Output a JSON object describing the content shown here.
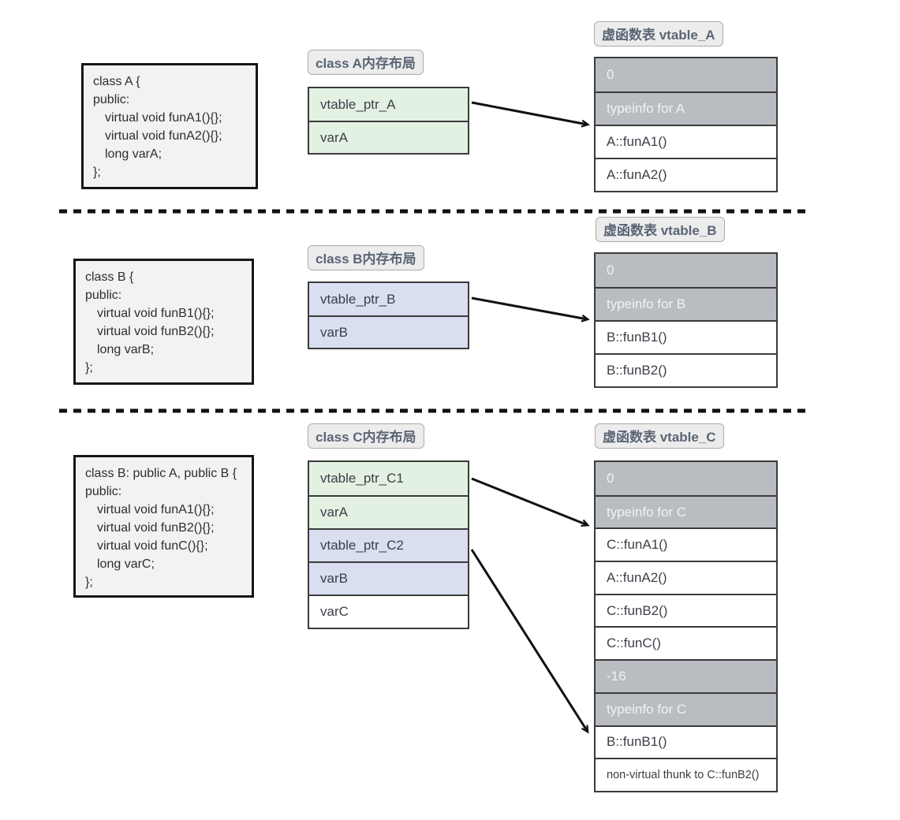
{
  "colors": {
    "green": "#e3f1e3",
    "lavender": "#d9def1",
    "gray": "#b9bdc2",
    "grayText": "#f0f2f3",
    "codeBg": "#f2f2f2",
    "badgeText": "#5b6575"
  },
  "sections": [
    {
      "id": "A",
      "code_lines": [
        "class A {",
        "public:",
        "virtual void funA1(){};",
        "virtual void funA2(){};",
        "long varA;",
        "};"
      ],
      "memory_badge": "class A内存布局",
      "memory_rows": [
        "vtable_ptr_A",
        "varA"
      ],
      "vtable_badge": "虚函数表 vtable_A",
      "vtable_rows": [
        "0",
        "typeinfo for A",
        "A::funA1()",
        "A::funA2()"
      ]
    },
    {
      "id": "B",
      "code_lines": [
        "class B {",
        "public:",
        "virtual void funB1(){};",
        "virtual void funB2(){};",
        "long varB;",
        "};"
      ],
      "memory_badge": "class B内存布局",
      "memory_rows": [
        "vtable_ptr_B",
        "varB"
      ],
      "vtable_badge": "虚函数表 vtable_B",
      "vtable_rows": [
        "0",
        "typeinfo for B",
        "B::funB1()",
        "B::funB2()"
      ]
    },
    {
      "id": "C",
      "code_lines": [
        "class B: public A, public B {",
        "public:",
        "virtual void funA1(){};",
        "virtual void funB2(){};",
        "virtual void funC(){};",
        "long varC;",
        "};"
      ],
      "memory_badge": "class C内存布局",
      "memory_rows": [
        "vtable_ptr_C1",
        "varA",
        "vtable_ptr_C2",
        "varB",
        "varC"
      ],
      "vtable_badge": "虚函数表 vtable_C",
      "vtable_rows": [
        "0",
        "typeinfo for C",
        "C::funA1()",
        "A::funA2()",
        "C::funB2()",
        "C::funC()",
        "-16",
        "typeinfo for C",
        "B::funB1()",
        "non-virtual thunk to C::funB2()"
      ]
    }
  ]
}
